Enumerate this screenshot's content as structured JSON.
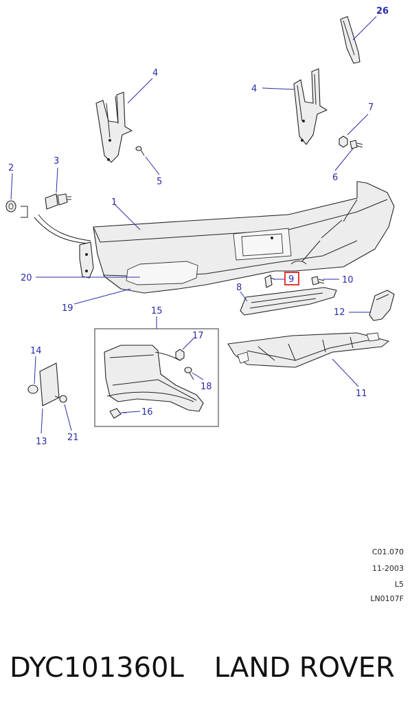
{
  "callouts": {
    "c1": "1",
    "c2": "2",
    "c3": "3",
    "c4a": "4",
    "c4b": "4",
    "c5": "5",
    "c6": "6",
    "c7": "7",
    "c8": "8",
    "c9": "9",
    "c10": "10",
    "c11": "11",
    "c12": "12",
    "c13": "13",
    "c14": "14",
    "c15": "15",
    "c16": "16",
    "c17": "17",
    "c18": "18",
    "c19": "19",
    "c20": "20",
    "c21": "21",
    "c26": "26"
  },
  "highlight_color": "#e0231c",
  "callout_color": "#2a2aa8",
  "reference": {
    "code": "C01.070",
    "date": "11-2003",
    "level": "L5",
    "figure": "LN0107F"
  },
  "footer": {
    "part_number": "DYC101360L",
    "brand": "LAND ROVER"
  }
}
